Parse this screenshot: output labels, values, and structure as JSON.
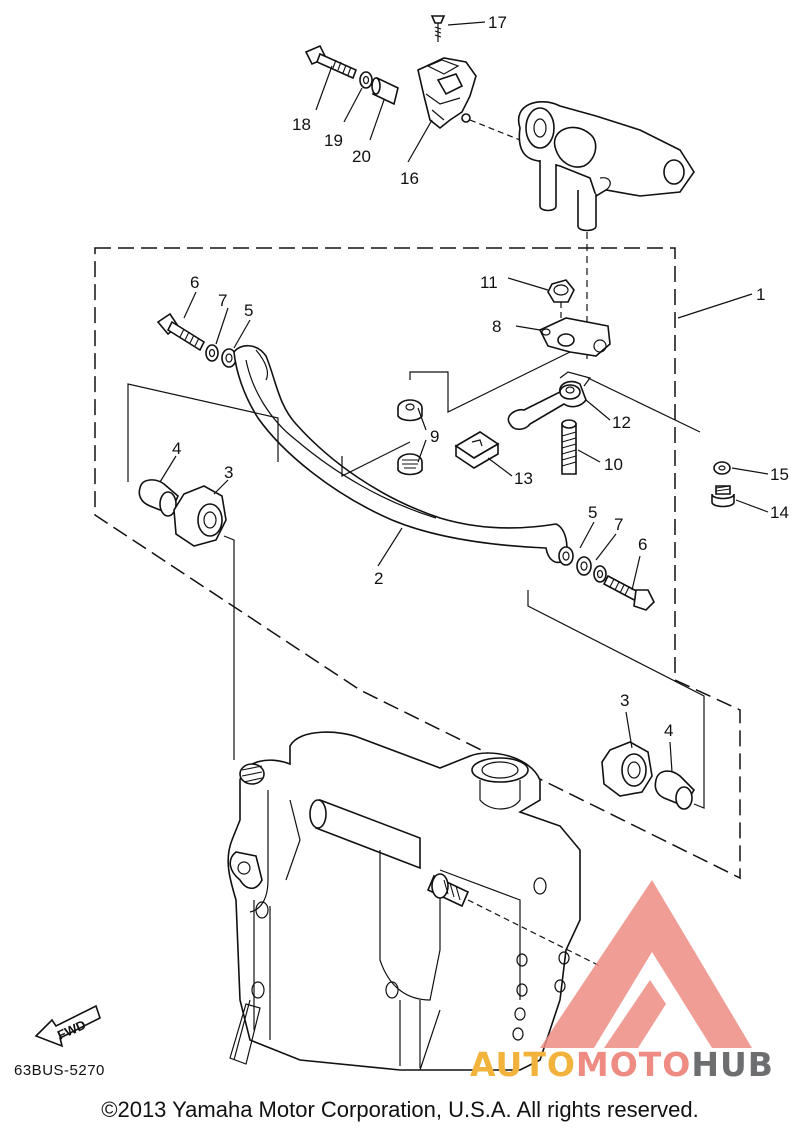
{
  "diagram": {
    "callouts": {
      "c1": "1",
      "c2": "2",
      "c3a": "3",
      "c3b": "3",
      "c4a": "4",
      "c4b": "4",
      "c5a": "5",
      "c5b": "5",
      "c6a": "6",
      "c6b": "6",
      "c7a": "7",
      "c7b": "7",
      "c8": "8",
      "c9": "9",
      "c10": "10",
      "c11": "11",
      "c12": "12",
      "c13": "13",
      "c14": "14",
      "c15": "15",
      "c16": "16",
      "c17": "17",
      "c18": "18",
      "c19": "19",
      "c20": "20"
    },
    "fwd_label": "FWD",
    "diagram_code": "63BUS-5270",
    "copyright": "©2013 Yamaha Motor Corporation, U.S.A. All rights reserved."
  },
  "watermark": {
    "part1": "AUTO",
    "part2": "MOTO",
    "part3": "HUB",
    "colors": {
      "part1": "#f2b33d",
      "part2": "#ee8c84",
      "part3": "#6d6e70",
      "triangle": "#ee8c84"
    }
  }
}
